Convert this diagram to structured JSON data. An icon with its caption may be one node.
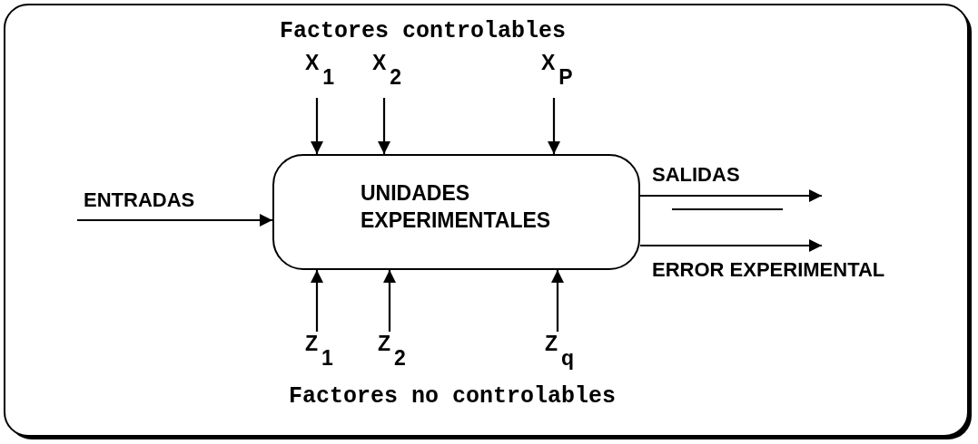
{
  "diagram": {
    "nodes": [
      {
        "text": [
          "UNIDADES EXPERIMENTALES"
        ]
      },
      {
        "text": [
          "X$_{1}$"
        ]
      },
      {
        "text": [
          "X$_{2}$"
        ]
      },
      {
        "text": [
          "X$_{P}$"
        ]
      },
      {
        "text": [
          "Z$_{1}$"
        ]
      },
      {
        "text": [
          "Z$_{2}$"
        ]
      },
      {
        "text": [
          "Z$_{q}$"
        ]
      }
    ],
    "edges": [
      {
        "from": null,
        "to": 0,
        "arrow": "to",
        "label": "ENTRADAS"
      },
      {
        "from": 0,
        "to": null,
        "arrow": "to",
        "label": "SALIDAS"
      },
      {
        "from": 0,
        "to": null,
        "arrow": "to",
        "label": "ERROR EXPERIMENTAL"
      },
      {
        "from": 1,
        "to": 0,
        "arrow": "to"
      },
      {
        "from": 2,
        "to": 0,
        "arrow": "to"
      },
      {
        "from": 3,
        "to": 0,
        "arrow": "to"
      },
      {
        "from": 4,
        "to": 0,
        "arrow": "to"
      },
      {
        "from": 5,
        "to": 0,
        "arrow": "to"
      },
      {
        "from": 6,
        "to": 0,
        "arrow": "to"
      }
    ],
    "labels": [
      "Factores controlables",
      "Factores no controlables"
    ]
  }
}
